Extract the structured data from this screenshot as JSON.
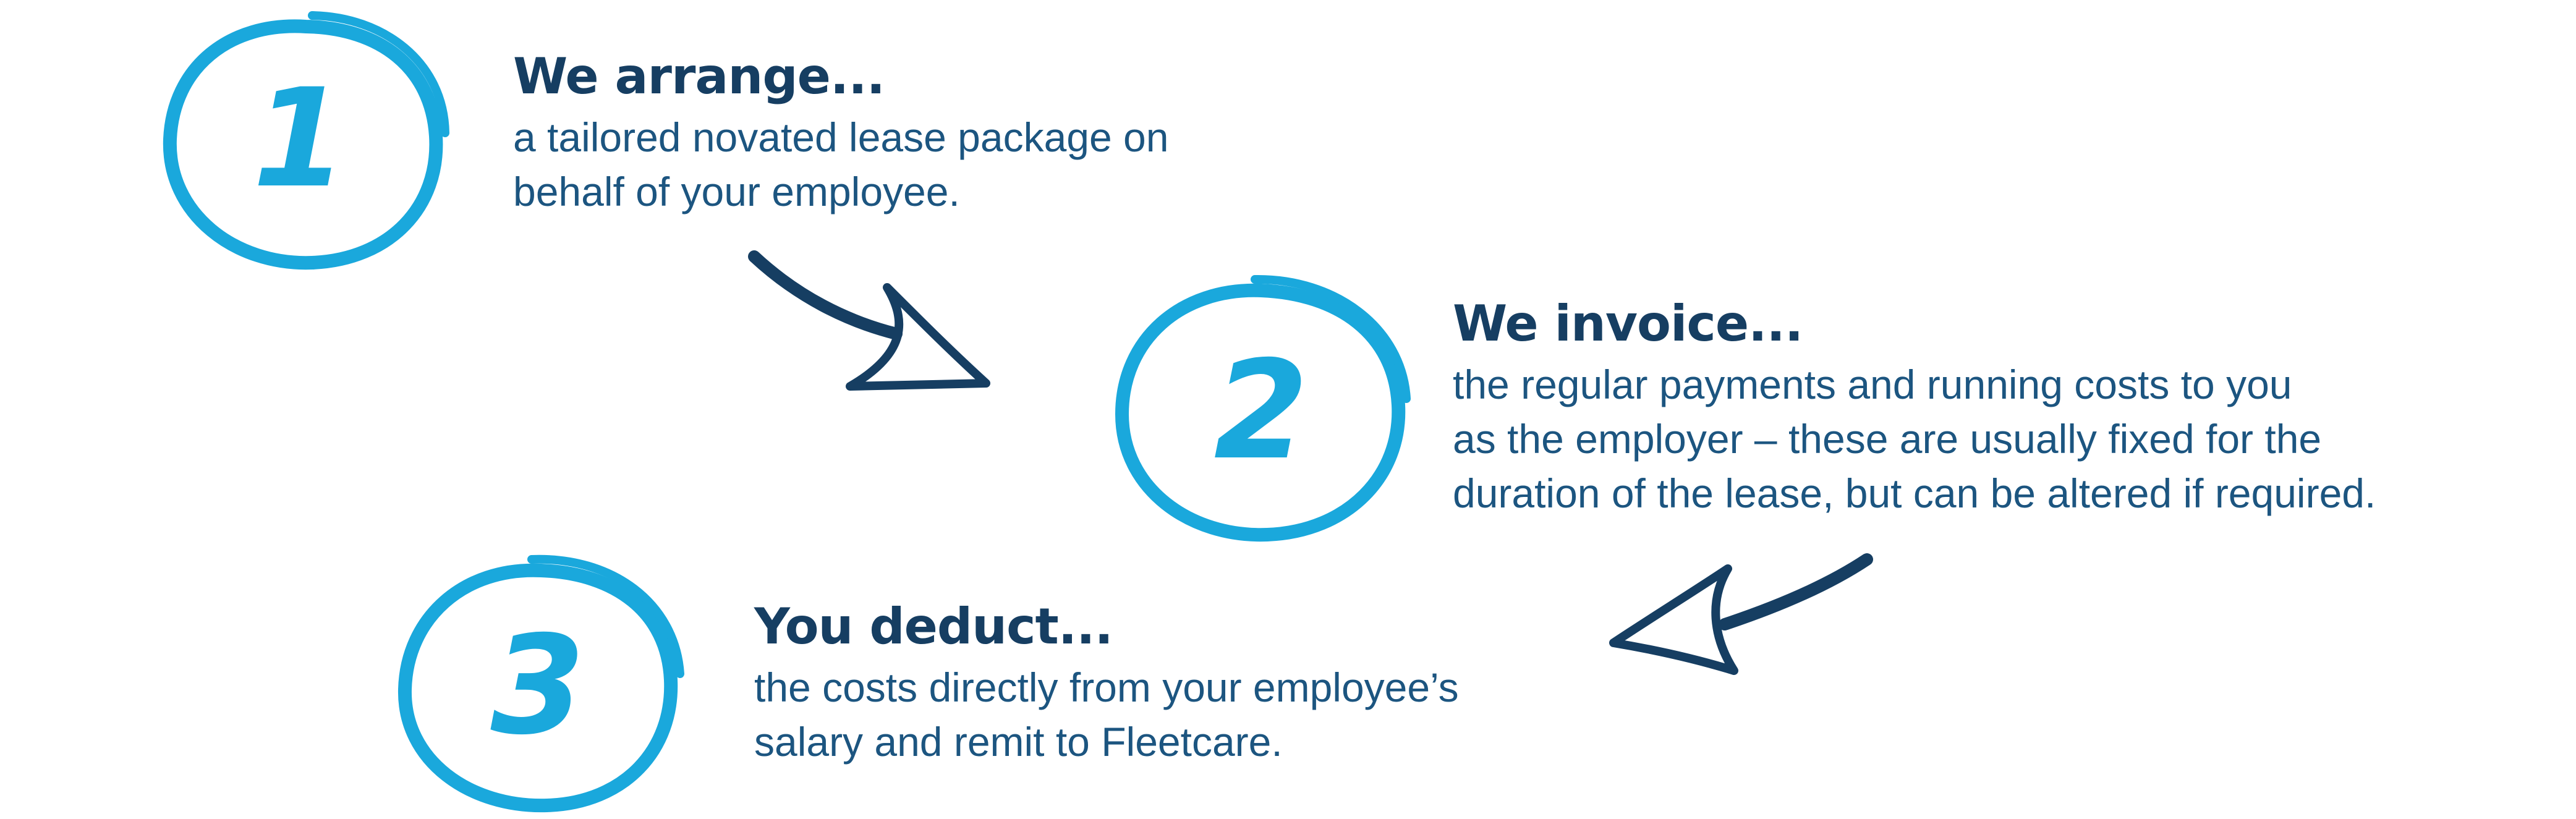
{
  "colors": {
    "circle": "#1aa8dc",
    "title": "#163e62",
    "body": "#1c5580",
    "arrow": "#163e62"
  },
  "steps": [
    {
      "number": "1",
      "title": "We arrange...",
      "lines": [
        "a tailored novated lease package on",
        "behalf of your employee."
      ]
    },
    {
      "number": "2",
      "title": "We invoice...",
      "lines": [
        "the regular payments and running costs to you",
        "as the employer – these are usually fixed for the",
        "duration of the lease, but can be altered if required."
      ]
    },
    {
      "number": "3",
      "title": "You deduct...",
      "lines": [
        "the costs directly from your employee’s",
        "salary and remit to Fleetcare."
      ]
    }
  ],
  "icons": {
    "arrow_1_2": "curved-arrow-right-icon",
    "arrow_2_3": "curved-arrow-left-icon"
  }
}
